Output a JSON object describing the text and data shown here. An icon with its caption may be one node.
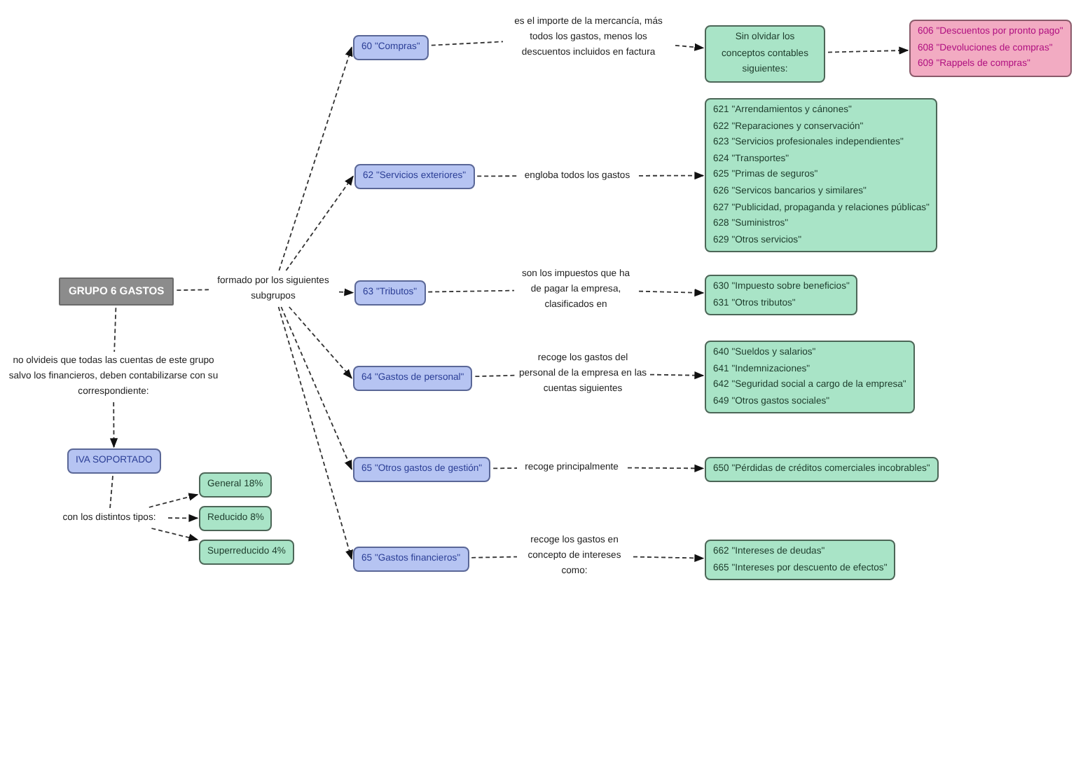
{
  "diagram": {
    "nodes": [
      {
        "text": [
          "GRUPO 6 GASTOS"
        ]
      },
      {
        "text": [
          "formado por los siguientes subgrupos"
        ]
      },
      {
        "text": [
          "60 \"Compras\""
        ]
      },
      {
        "text": [
          "62 \"Servicios exteriores\""
        ]
      },
      {
        "text": [
          "63 \"Tributos\""
        ]
      },
      {
        "text": [
          "64 \"Gastos de personal\""
        ]
      },
      {
        "text": [
          "65 \"Otros gastos de gestión\""
        ]
      },
      {
        "text": [
          "65 \"Gastos financieros\""
        ]
      },
      {
        "text": [
          "es el importe de la mercancía, más todos los gastos, menos los descuentos incluidos en factura"
        ]
      },
      {
        "text": [
          "Sin olvidar los conceptos contables siguientes:"
        ]
      },
      {
        "text": [
          "606 \"Descuentos por pronto pago\"",
          "608 \"Devoluciones de compras\"",
          "609 \"Rappels de compras\""
        ]
      },
      {
        "text": [
          "engloba todos los gastos"
        ]
      },
      {
        "text": [
          "621 \"Arrendamientos y cánones\"",
          "622 \"Reparaciones y conservación\"",
          "623 \"Servicios profesionales independientes\"",
          "624 \"Transportes\"",
          "625 \"Primas de seguros\"",
          "626 \"Servicos bancarios y similares\"",
          "627 \"Publicidad, propaganda y relaciones públicas\"",
          "628 \"Suministros\"",
          "629 \"Otros servicios\""
        ]
      },
      {
        "text": [
          "son los impuestos que ha de pagar la empresa, clasificados en"
        ]
      },
      {
        "text": [
          "630 \"Impuesto sobre beneficios\"",
          "631 \"Otros tributos\""
        ]
      },
      {
        "text": [
          "recoge los gastos del personal de la empresa en las cuentas siguientes"
        ]
      },
      {
        "text": [
          "640 \"Sueldos y salarios\"",
          "641 \"Indemnizaciones\"",
          "642 \"Seguridad social a cargo de la empresa\"",
          "649 \"Otros gastos sociales\""
        ]
      },
      {
        "text": [
          "recoge principalmente"
        ]
      },
      {
        "text": [
          "650 \"Pérdidas de créditos comerciales incobrables\""
        ]
      },
      {
        "text": [
          "recoge los gastos en concepto de intereses como:"
        ]
      },
      {
        "text": [
          "662 \"Intereses de deudas\"",
          "665 \"Intereses por descuento de efectos\""
        ]
      },
      {
        "text": [
          "no olvideis que todas las cuentas de este grupo salvo los financieros, deben contabilizarse con su correspondiente:"
        ]
      },
      {
        "text": [
          "IVA SOPORTADO"
        ]
      },
      {
        "text": [
          "con los distintos tipos:"
        ]
      },
      {
        "text": [
          "General 18%"
        ]
      },
      {
        "text": [
          "Reducido 8%"
        ]
      },
      {
        "text": [
          "Superreducido 4%"
        ]
      }
    ],
    "edges": [
      {
        "from": 0,
        "to": 1,
        "arrow": "none"
      },
      {
        "from": 1,
        "to": 2,
        "arrow": "to"
      },
      {
        "from": 1,
        "to": 3,
        "arrow": "to"
      },
      {
        "from": 1,
        "to": 4,
        "arrow": "to"
      },
      {
        "from": 1,
        "to": 5,
        "arrow": "to"
      },
      {
        "from": 1,
        "to": 6,
        "arrow": "to"
      },
      {
        "from": 1,
        "to": 7,
        "arrow": "to"
      },
      {
        "from": 2,
        "to": 8,
        "arrow": "none"
      },
      {
        "from": 8,
        "to": 9,
        "arrow": "to"
      },
      {
        "from": 9,
        "to": 10,
        "arrow": "to"
      },
      {
        "from": 3,
        "to": 11,
        "arrow": "none"
      },
      {
        "from": 11,
        "to": 12,
        "arrow": "to"
      },
      {
        "from": 4,
        "to": 13,
        "arrow": "none"
      },
      {
        "from": 13,
        "to": 14,
        "arrow": "to"
      },
      {
        "from": 5,
        "to": 15,
        "arrow": "none"
      },
      {
        "from": 15,
        "to": 16,
        "arrow": "to"
      },
      {
        "from": 6,
        "to": 17,
        "arrow": "none"
      },
      {
        "from": 17,
        "to": 18,
        "arrow": "to"
      },
      {
        "from": 7,
        "to": 19,
        "arrow": "none"
      },
      {
        "from": 19,
        "to": 20,
        "arrow": "to"
      },
      {
        "from": 0,
        "to": 21,
        "arrow": "none"
      },
      {
        "from": 21,
        "to": 22,
        "arrow": "to"
      },
      {
        "from": 22,
        "to": 23,
        "arrow": "none"
      },
      {
        "from": 23,
        "to": 24,
        "arrow": "to"
      },
      {
        "from": 23,
        "to": 25,
        "arrow": "to"
      },
      {
        "from": 23,
        "to": 26,
        "arrow": "to"
      }
    ]
  }
}
